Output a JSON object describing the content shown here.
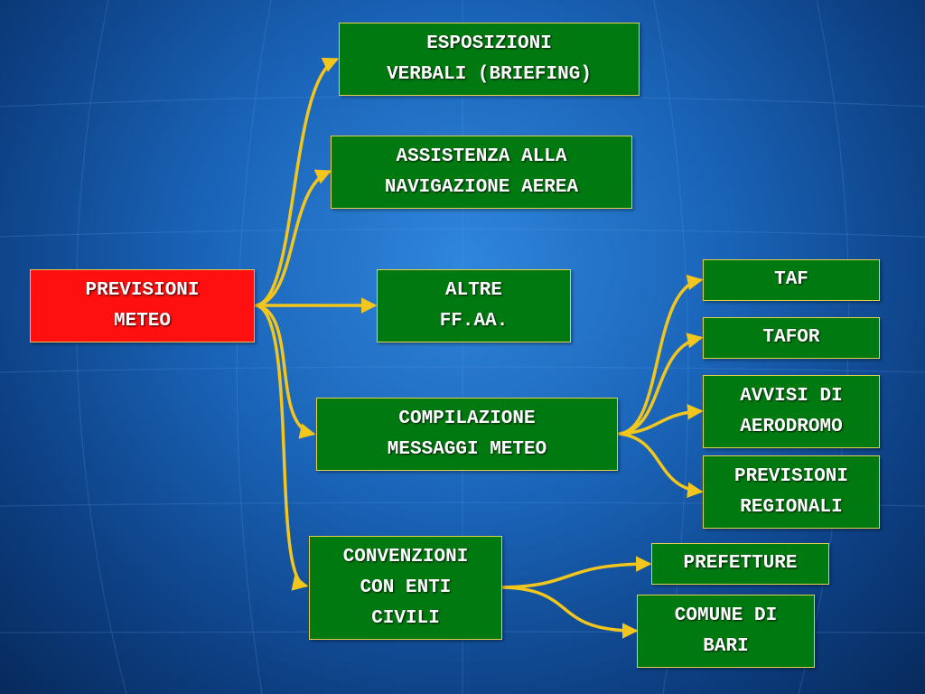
{
  "diagram": {
    "root": {
      "line1": "PREVISIONI",
      "line2": "METEO"
    },
    "esposizioni": {
      "line1": "ESPOSIZIONI",
      "line2": "VERBALI (BRIEFING)"
    },
    "assistenza": {
      "line1": "ASSISTENZA ALLA",
      "line2": "NAVIGAZIONE AEREA"
    },
    "altre": {
      "line1": "ALTRE",
      "line2": "FF.AA."
    },
    "compilazione": {
      "line1": "COMPILAZIONE",
      "line2": "MESSAGGI METEO"
    },
    "convenzioni": {
      "line1": "CONVENZIONI",
      "line2": "CON ENTI",
      "line3": "CIVILI"
    },
    "taf": {
      "line1": "TAF"
    },
    "tafor": {
      "line1": "TAFOR"
    },
    "avvisi": {
      "line1": "AVVISI DI",
      "line2": "AERODROMO"
    },
    "regionali": {
      "line1": "PREVISIONI",
      "line2": "REGIONALI"
    },
    "prefetture": {
      "line1": "PREFETTURE"
    },
    "comune": {
      "line1": "COMUNE DI",
      "line2": "BARI"
    }
  },
  "colors": {
    "node_fill": "#007a10",
    "root_fill": "#ff1010",
    "node_border": "#e0d24a",
    "connector": "#f2c61c",
    "background": "#1a64b8"
  }
}
